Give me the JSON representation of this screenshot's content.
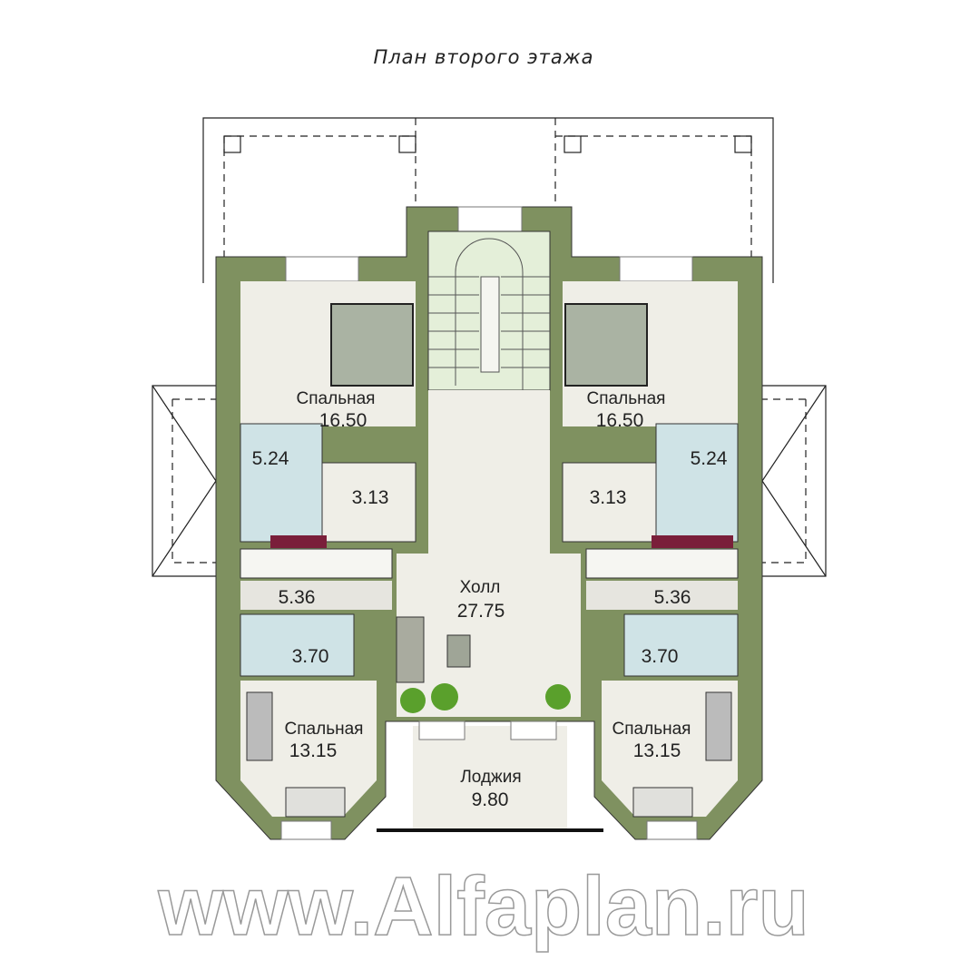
{
  "title": "План второго этажа",
  "watermark": "www.Alfaplan.ru",
  "colors": {
    "wall": "#7f9160",
    "floor": "#efeee7",
    "bath": "#cfe3e6",
    "stair": "#e4efd9",
    "plant": "#5aa02c",
    "cabinet": "#7a1f3a"
  },
  "rooms": {
    "bedroom_top_left": {
      "name": "Спальная",
      "area": "16.50"
    },
    "bedroom_top_right": {
      "name": "Спальная",
      "area": "16.50"
    },
    "bath_top_left": {
      "area": "5.24"
    },
    "bath_top_right": {
      "area": "5.24"
    },
    "closet_left": {
      "area": "3.13"
    },
    "closet_right": {
      "area": "3.13"
    },
    "corridor_left": {
      "area": "5.36"
    },
    "corridor_right": {
      "area": "5.36"
    },
    "bath_bottom_left": {
      "area": "3.70"
    },
    "bath_bottom_right": {
      "area": "3.70"
    },
    "hall": {
      "name": "Холл",
      "area": "27.75"
    },
    "bedroom_bottom_left": {
      "name": "Спальная",
      "area": "13.15"
    },
    "bedroom_bottom_right": {
      "name": "Спальная",
      "area": "13.15"
    },
    "loggia": {
      "name": "Лоджия",
      "area": "9.80"
    }
  }
}
